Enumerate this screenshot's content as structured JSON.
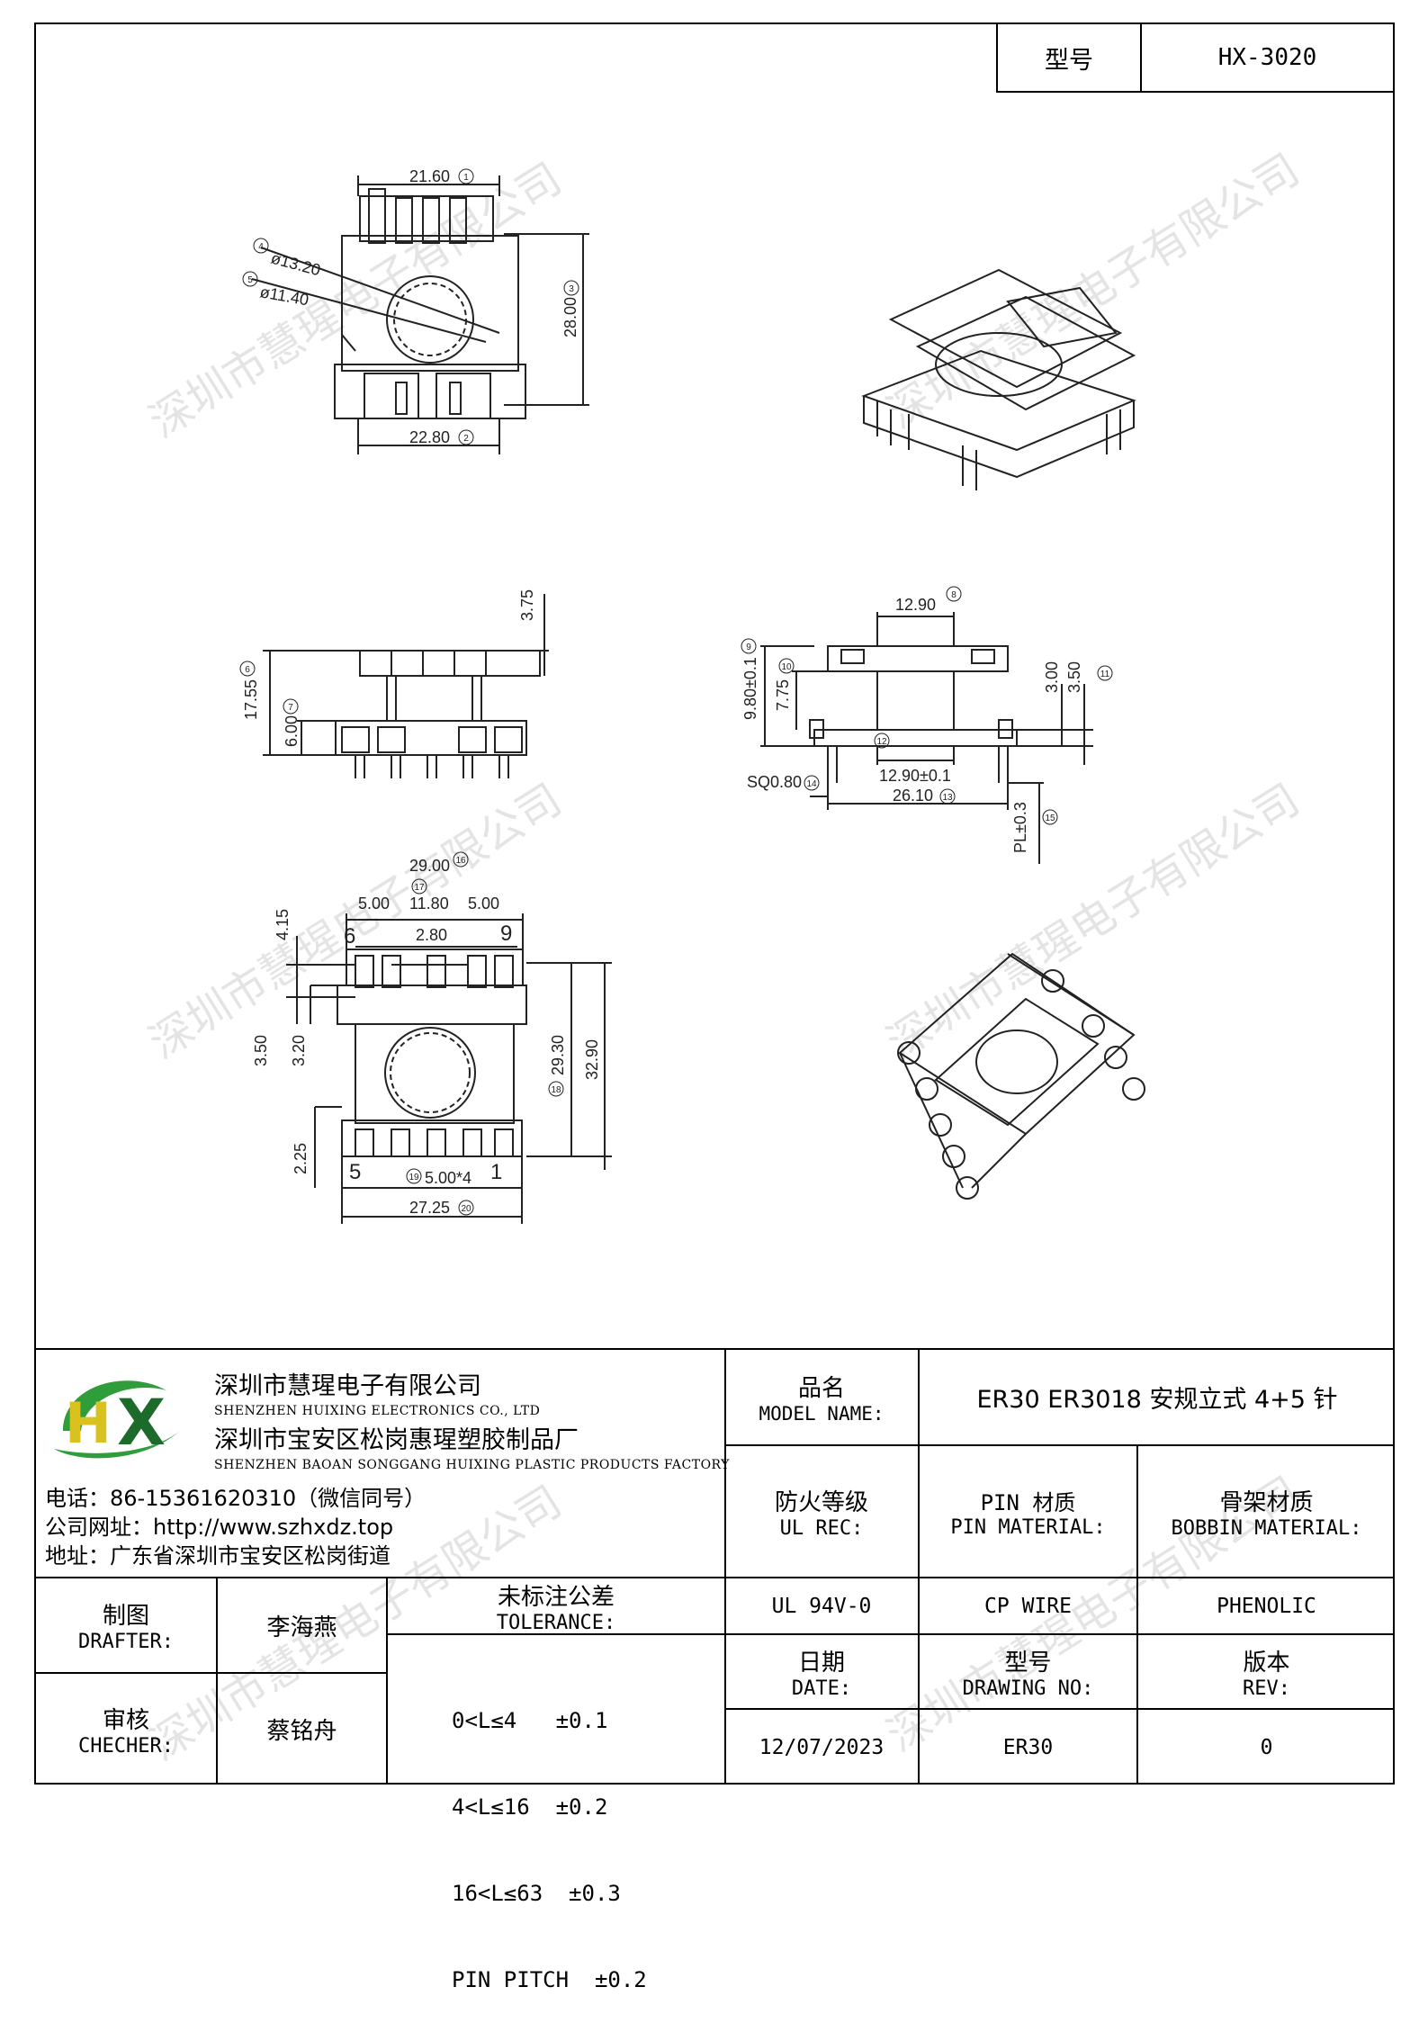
{
  "header": {
    "model_label": "型号",
    "model_value": "HX-3020"
  },
  "watermark": "深圳市慧瑆电子有限公司",
  "drawing": {
    "top_view": {
      "width_top": "21.60",
      "width_bottom": "22.80",
      "height": "28.00",
      "dia_outer": "ø13.20",
      "dia_inner": "ø11.40",
      "callout_w_top": "1",
      "callout_w_bottom": "2",
      "callout_h": "3",
      "callout_do": "4",
      "callout_di": "5"
    },
    "side_view": {
      "h_total": "17.55",
      "h_base": "6.00",
      "h_top": "3.75",
      "callout_total": "6",
      "callout_base": "7"
    },
    "front_view": {
      "w_window": "12.90",
      "h_left": "9.80±0.1",
      "h_left2": "7.75",
      "h_right1": "3.00",
      "h_right2": "3.50",
      "w_inner": "12.90±0.1",
      "w_pins": "26.10",
      "pin_sq": "SQ0.80",
      "pin_len": "PL±0.3",
      "callout_window": "8",
      "callout_h_left": "9",
      "callout_h_left2": "10",
      "callout_right": "11",
      "callout_inner": "12",
      "callout_pins": "13",
      "callout_sq": "14",
      "callout_pl": "15"
    },
    "bottom_view": {
      "w_top": "29.00",
      "w_a": "5.00",
      "w_b": "11.80",
      "w_c": "5.00",
      "w_slot": "2.80",
      "h_a": "4.15",
      "h_b": "3.50",
      "h_c": "3.20",
      "h_d": "2.25",
      "h_e": "29.30",
      "h_f": "32.90",
      "pitch": "5.00*4",
      "w_bottom": "27.25",
      "pin6": "6",
      "pin9": "9",
      "pin5": "5",
      "pin1": "1",
      "callout_top": "16",
      "callout_mid": "17",
      "callout_e": "18",
      "callout_pitch": "19",
      "callout_bottom": "20"
    }
  },
  "company": {
    "name_cn": "深圳市慧瑆电子有限公司",
    "name_en": "SHENZHEN HUIXING ELECTRONICS CO., LTD",
    "factory_cn": "深圳市宝安区松岗惠瑆塑胶制品厂",
    "factory_en": "SHENZHEN BAOAN SONGGANG HUIXING PLASTIC PRODUCTS FACTORY",
    "phone": "电话：86-15361620310（微信同号）",
    "website": "公司网址：http://www.szhxdz.top",
    "address": "地址：广东省深圳市宝安区松岗街道",
    "logo_text_h": "H",
    "logo_text_x": "X",
    "colors": {
      "logo_green": "#2f9d3a",
      "logo_yellow": "#d9c21f",
      "logo_dark": "#1d6b2a"
    }
  },
  "title_block": {
    "model_name_cn": "品名",
    "model_name_en": "MODEL NAME:",
    "model_name_value": "ER30 ER3018 安规立式 4+5 针",
    "ul_cn": "防火等级",
    "ul_en": "UL REC:",
    "pin_mat_cn": "PIN 材质",
    "pin_mat_en": "PIN MATERIAL:",
    "bobbin_cn": "骨架材质",
    "bobbin_en": "BOBBIN MATERIAL:",
    "ul_value": "UL 94V-0",
    "pin_value": "CP WIRE",
    "bobbin_value": "PHENOLIC",
    "drafter_cn": "制图",
    "drafter_en": "DRAFTER:",
    "drafter_name": "李海燕",
    "checker_cn": "审核",
    "checker_en": "CHECHER:",
    "checker_name": "蔡铭舟",
    "tol_cn": "未标注公差",
    "tol_en": "TOLERANCE:",
    "tol_lines": [
      "0<L≤4   ±0.1",
      "4<L≤16  ±0.2",
      "16<L≤63  ±0.3",
      "PIN PITCH  ±0.2"
    ],
    "date_cn": "日期",
    "date_en": "DATE:",
    "date_value": "12/07/2023",
    "dwg_cn": "型号",
    "dwg_en": "DRAWING NO:",
    "dwg_value": "ER30",
    "rev_cn": "版本",
    "rev_en": "REV:",
    "rev_value": "0"
  }
}
